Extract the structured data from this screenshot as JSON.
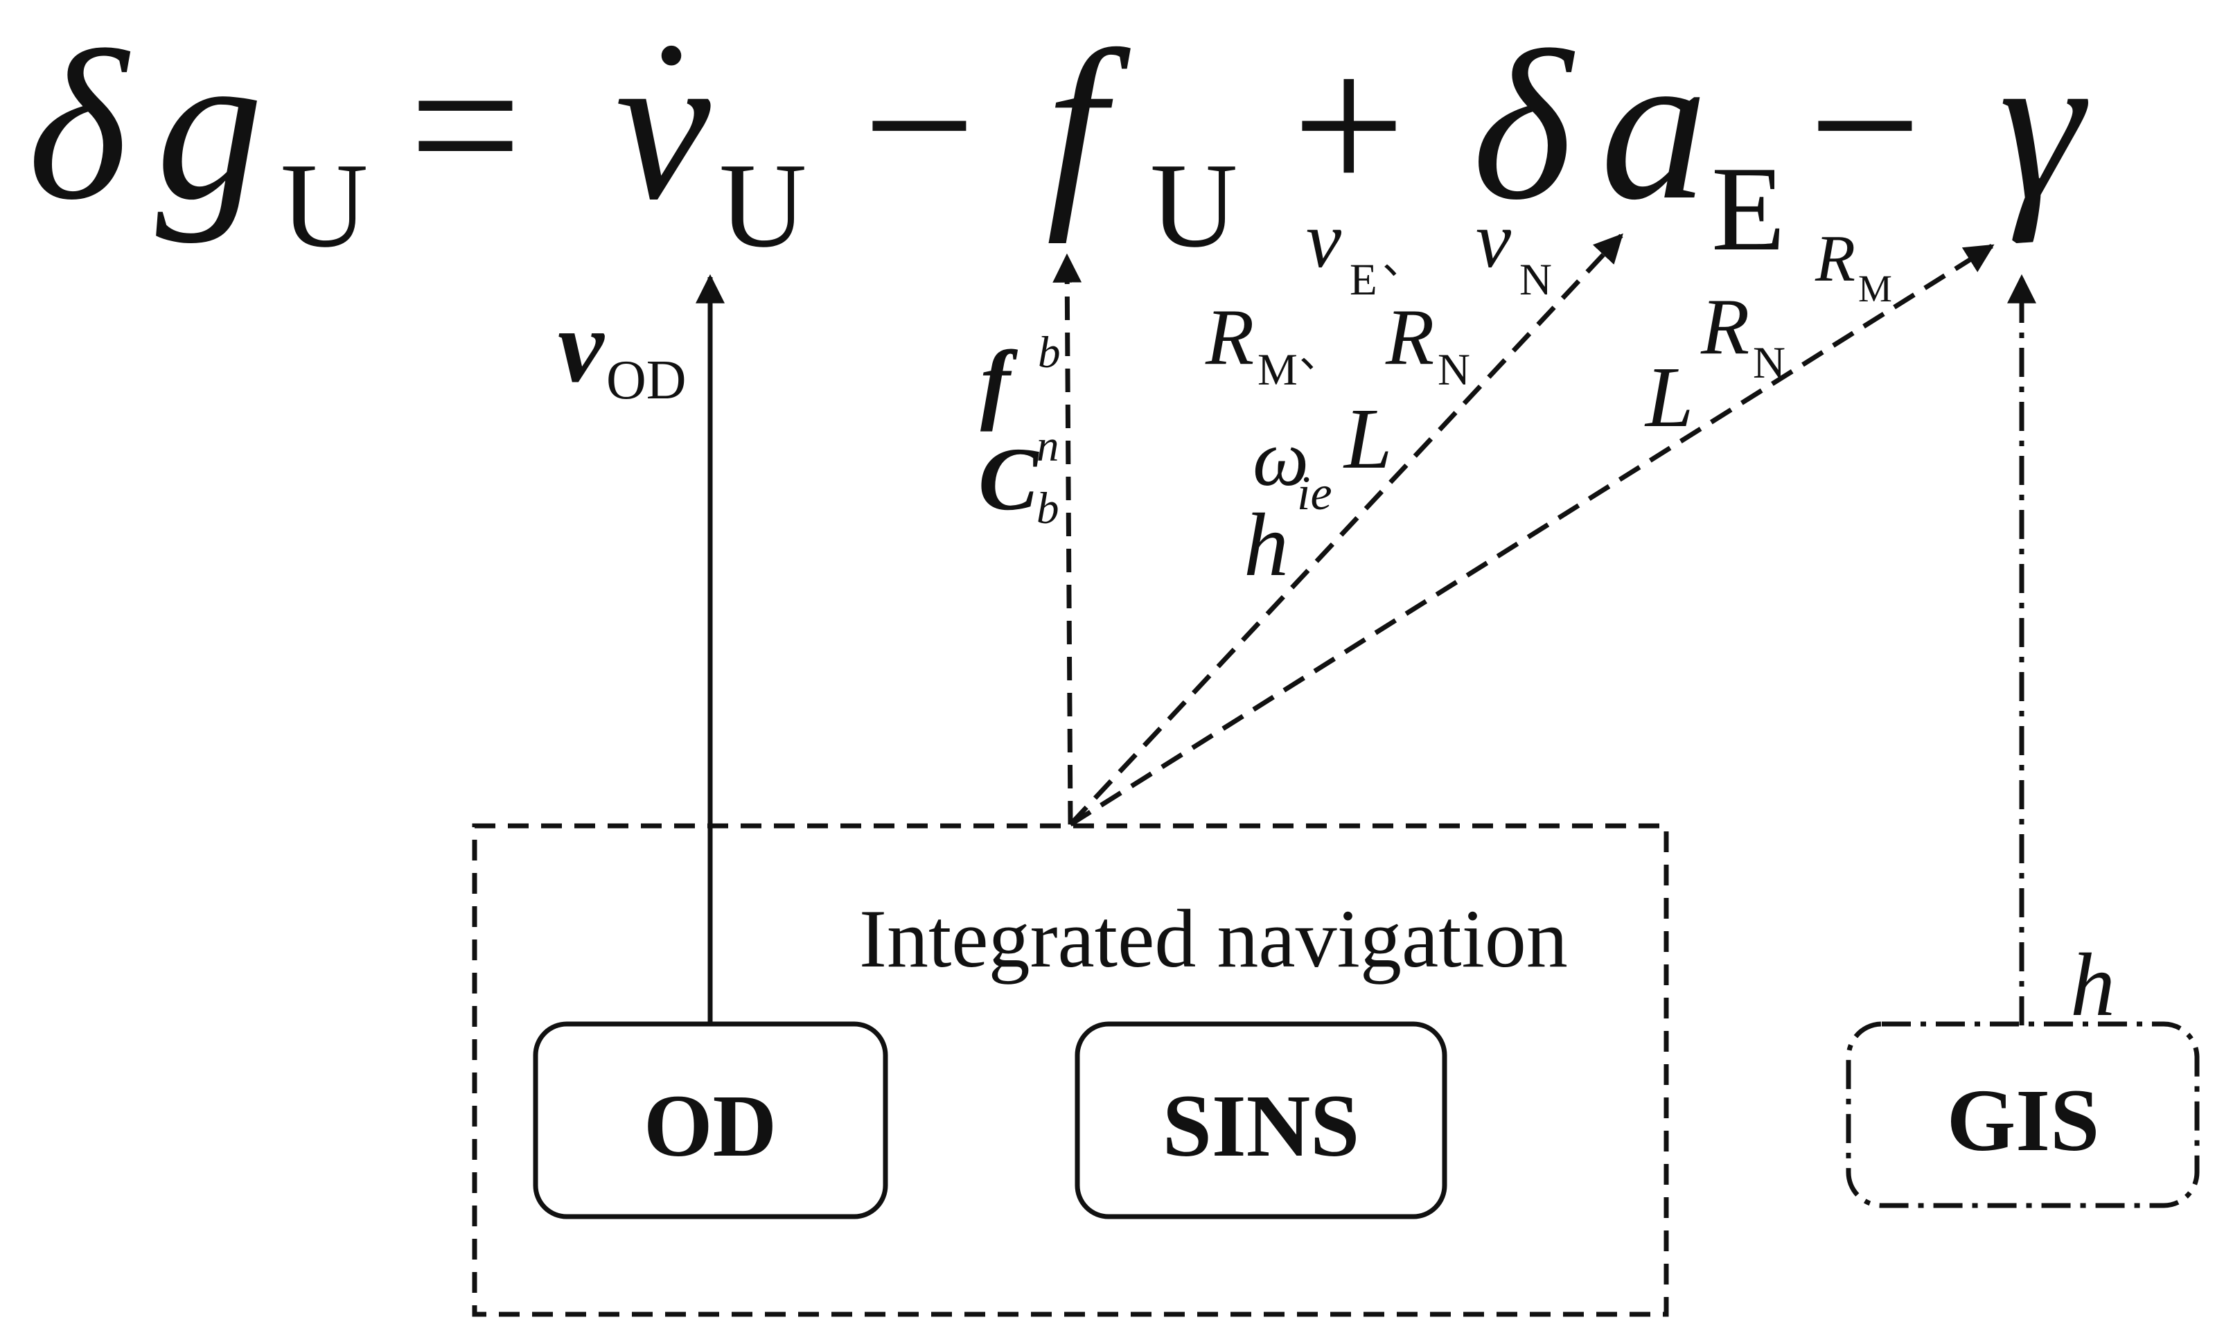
{
  "equation": {
    "delta": "δ",
    "g": "g",
    "sub_U": "U",
    "equals": "=",
    "v": "v",
    "dot": "•",
    "minus": "−",
    "f": "f",
    "plus": "+",
    "a": "a",
    "sub_E": "E",
    "gamma": "γ"
  },
  "labels": {
    "v_od_main": "v",
    "v_od_sub": "OD",
    "f_main": "f",
    "f_sup": "b",
    "c_main": "C",
    "c_sup": "n",
    "c_sub": "b",
    "vE_main": "v",
    "vE_sub": "E",
    "sep": "、",
    "vN_main": "v",
    "vN_sub": "N",
    "R": "R",
    "sub_M": "M",
    "sub_N": "N",
    "L": "L",
    "omega": "ω",
    "omega_sub": "ie",
    "h": "h"
  },
  "boxes": {
    "integrated_navigation": "Integrated navigation",
    "od": "OD",
    "sins": "SINS",
    "gis": "GIS"
  }
}
